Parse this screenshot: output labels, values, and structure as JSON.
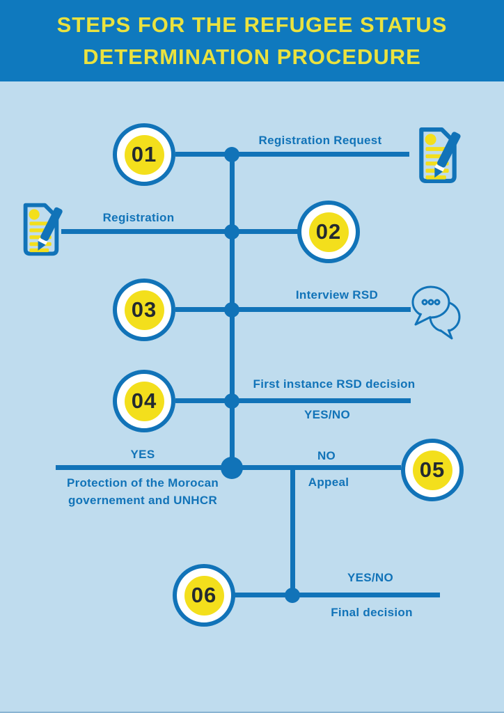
{
  "title": {
    "line1": "STEPS FOR THE REFUGEE STATUS",
    "line2": "DETERMINATION PROCEDURE"
  },
  "steps": {
    "s1": {
      "number": "01",
      "label": "Registration Request",
      "icon": "document-pen-icon"
    },
    "s2": {
      "number": "02",
      "label": "Registration",
      "icon": "document-pen-icon"
    },
    "s3": {
      "number": "03",
      "label": "Interview RSD",
      "icon": "chat-bubbles-icon"
    },
    "s4": {
      "number": "04",
      "label": "First instance  RSD decision",
      "decision": "YES/NO"
    },
    "s5": {
      "number": "05",
      "yes_label": "YES",
      "yes_outcome_line1": "Protection of the Morocan",
      "yes_outcome_line2": "governement and UNHCR",
      "no_label": "NO",
      "no_outcome": "Appeal"
    },
    "s6": {
      "number": "06",
      "decision": "YES/NO",
      "label": "Final decision"
    }
  },
  "colors": {
    "header_background": "#0F79BE",
    "page_background": "#BFDCEE",
    "line_blue": "#1173B8",
    "circle_yellow": "#F3DF1C",
    "title_yellow": "#EAE23F",
    "number_text": "#232A30"
  }
}
